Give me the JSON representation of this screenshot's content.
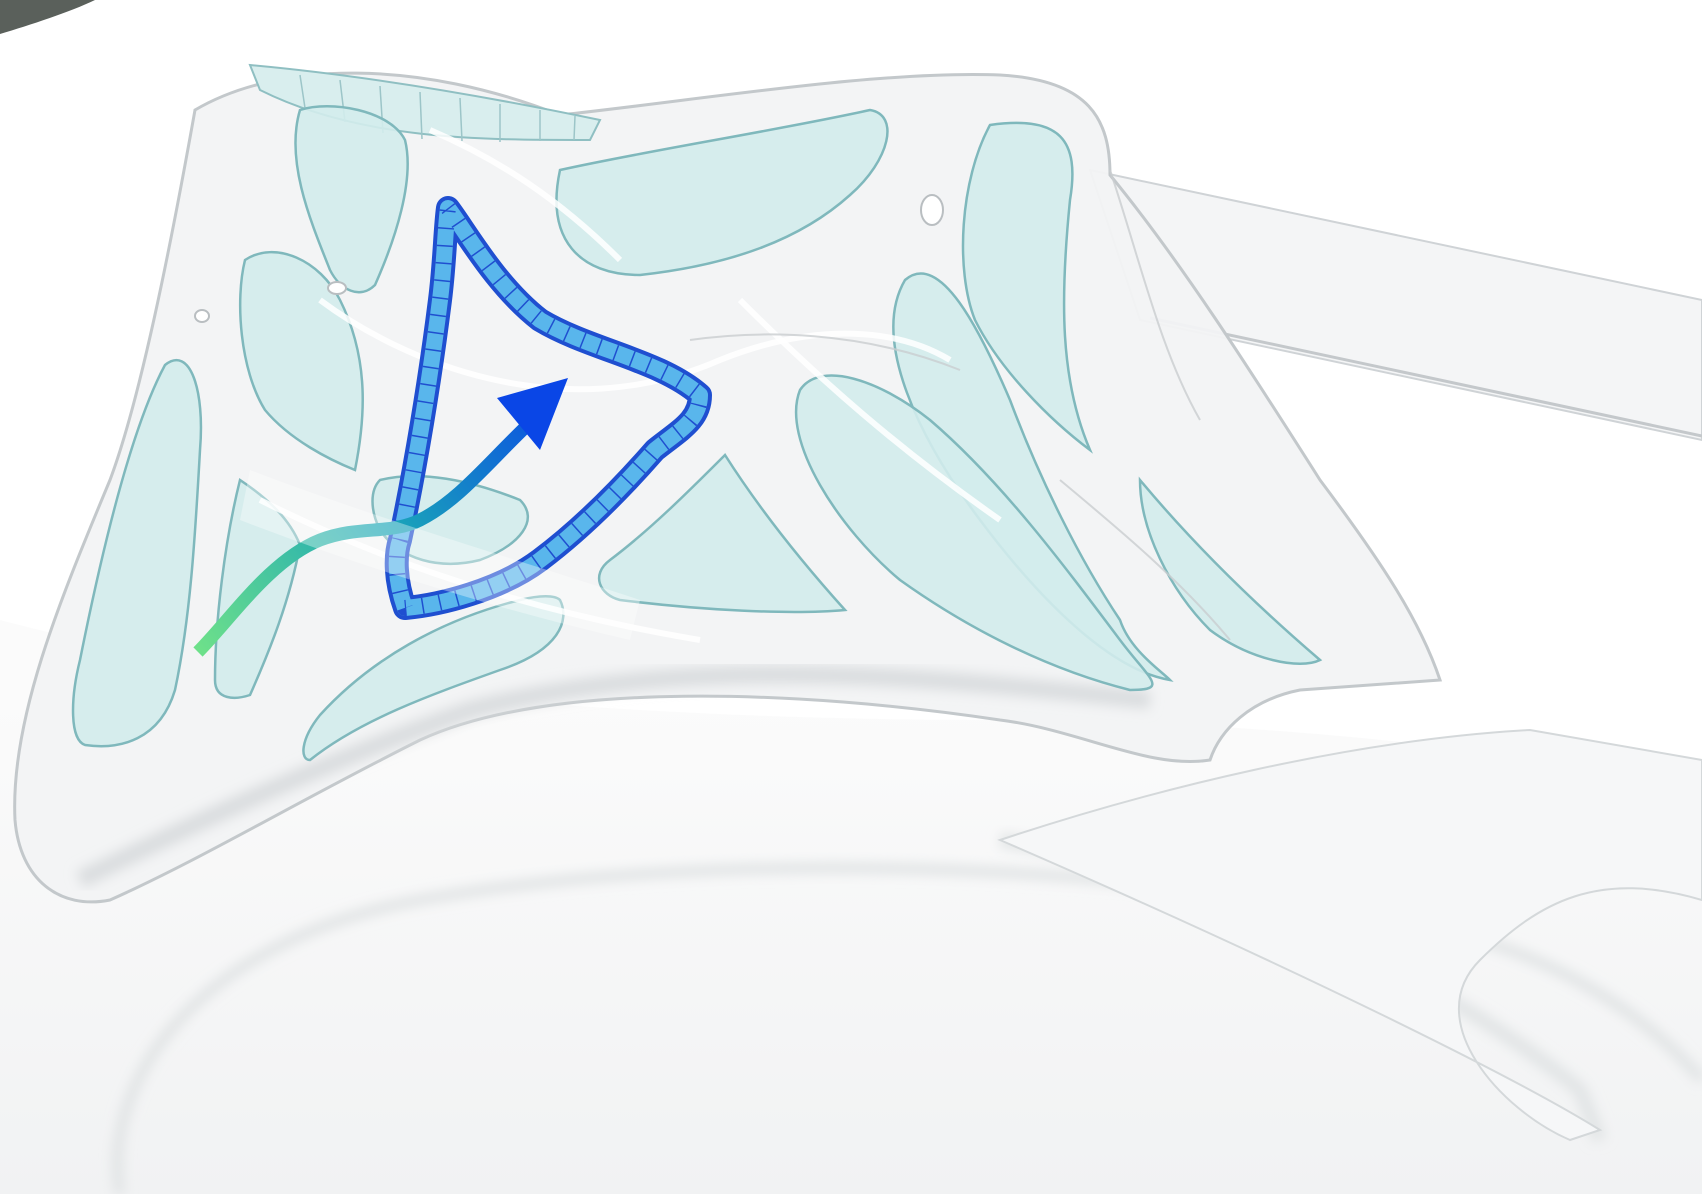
{
  "scene": {
    "description_free": true,
    "colors": {
      "background": "#ffffff",
      "ground": "#f7f8f8",
      "ground_shadow": "#e4e6e7",
      "frame": "#f3f4f5",
      "frame_edge": "#c9cdd0",
      "panel_fill": "#d3ecec",
      "panel_edge": "#7fb8bc",
      "ribbon_fill": "#59b6ec",
      "ribbon_edge": "#1f4fd0",
      "arrow_start": "#6de08a",
      "arrow_mid": "#1aa6b8",
      "arrow_end": "#0a46e6",
      "corner_terrain": "#5a605b"
    },
    "elements": [
      {
        "name": "ground-terrain",
        "kind": "surface"
      },
      {
        "name": "tree-frame-structure",
        "kind": "translucent-shell"
      },
      {
        "name": "glass-panel",
        "kind": "panel",
        "count": 12
      },
      {
        "name": "roof-ribbon-loop",
        "kind": "ribbon"
      },
      {
        "name": "path-arrow",
        "kind": "gradient-arrow"
      },
      {
        "name": "canopy-bridge",
        "kind": "beam"
      }
    ]
  }
}
